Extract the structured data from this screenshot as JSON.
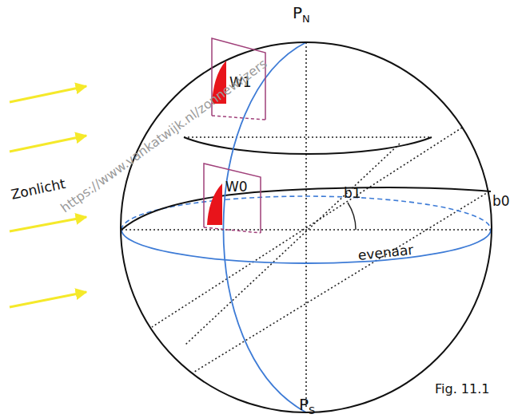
{
  "diagram": {
    "labels": [
      "PN",
      "W1",
      "W0",
      "b1",
      "b0",
      "Zonlicht",
      "evenaar",
      "PS",
      "Fig. 11.1",
      "https://www.vankatwijk.nl/zonnewijzers"
    ]
  }
}
